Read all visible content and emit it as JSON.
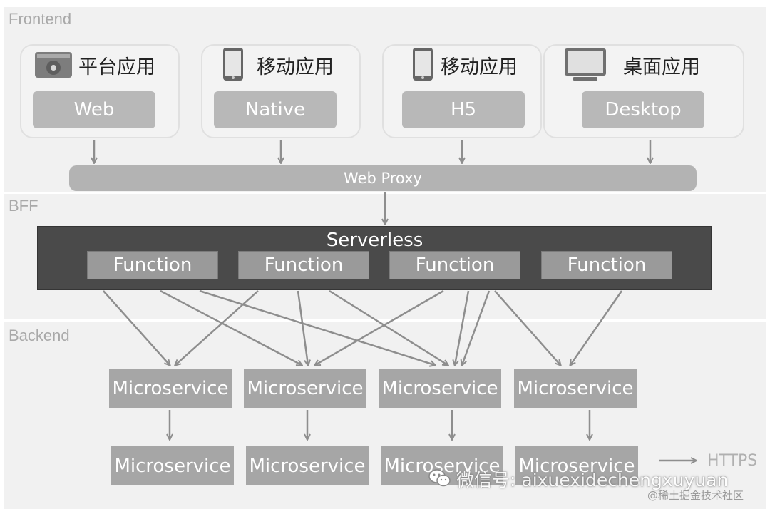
{
  "layers": {
    "frontend": "Frontend",
    "bff": "BFF",
    "backend": "Backend"
  },
  "frontend_cards": [
    {
      "title": "平台应用",
      "tech": "Web",
      "icon": "browser-icon"
    },
    {
      "title": "移动应用",
      "tech": "Native",
      "icon": "phone-icon"
    },
    {
      "title": "移动应用",
      "tech": "H5",
      "icon": "phone-icon"
    },
    {
      "title": "桌面应用",
      "tech": "Desktop",
      "icon": "monitor-icon"
    }
  ],
  "proxy": "Web Proxy",
  "serverless": {
    "title": "Serverless",
    "functions": [
      "Function",
      "Function",
      "Function",
      "Function"
    ]
  },
  "microservices": {
    "top": [
      "Microservice",
      "Microservice",
      "Microservice",
      "Microservice"
    ],
    "bottom": [
      "Microservice",
      "Microservice",
      "Microservice",
      "Microservice"
    ]
  },
  "legend": {
    "label": "HTTPS"
  },
  "watermark": {
    "main": "微信号: aixuexidechengxuyuan",
    "sub": "@稀土掘金技术社区"
  }
}
